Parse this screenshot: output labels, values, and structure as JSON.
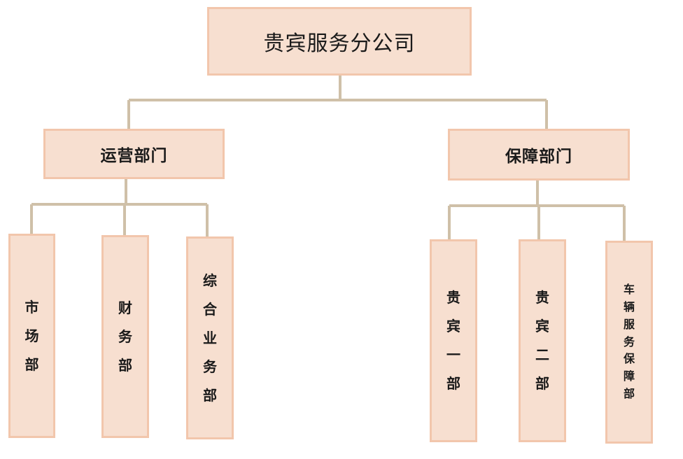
{
  "org_chart": {
    "root": {
      "label": "贵宾服务分公司"
    },
    "departments": [
      {
        "label": "运营部门",
        "children": [
          "市场部",
          "财务部",
          "综合业务部"
        ]
      },
      {
        "label": "保障部门",
        "children": [
          "贵宾一部",
          "贵宾二部",
          "车辆服务保障部"
        ]
      }
    ]
  },
  "colors": {
    "box_fill": "#f7dfd0",
    "box_border": "#f2c6ac",
    "connector": "#cfc0a8",
    "text": "#1a1a1a"
  }
}
